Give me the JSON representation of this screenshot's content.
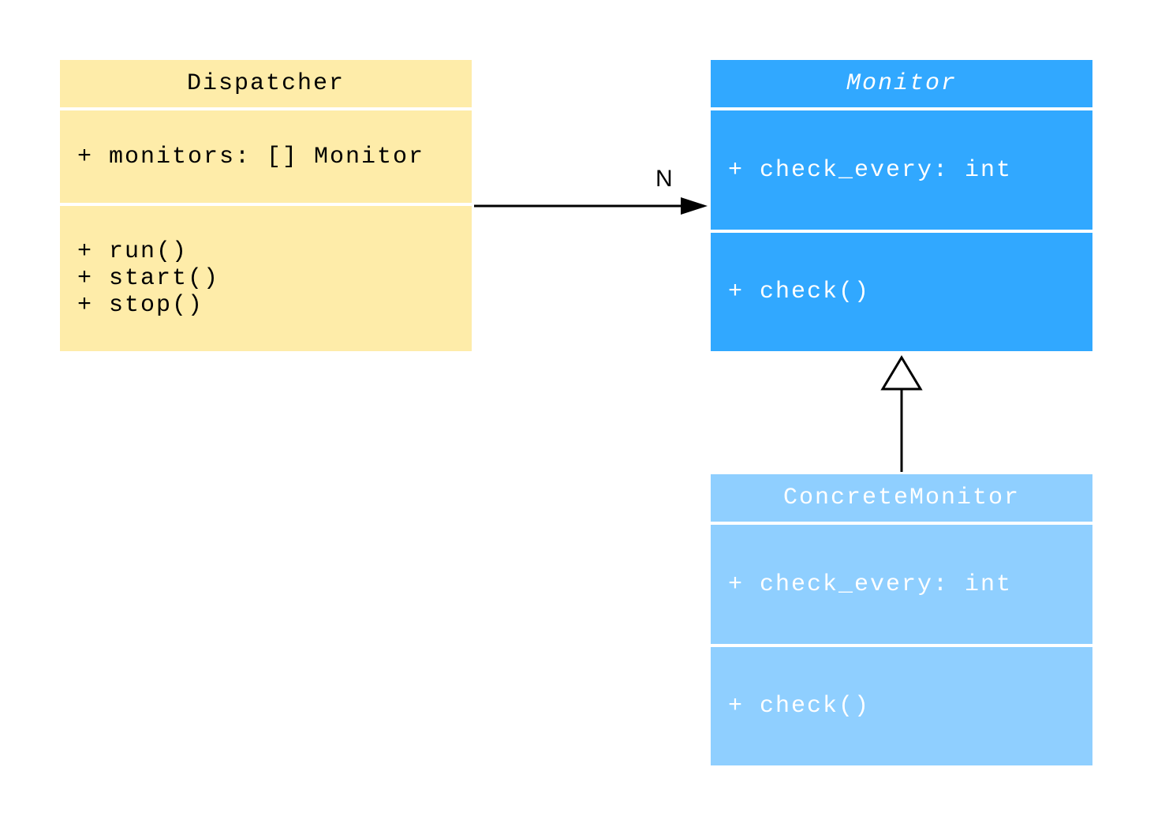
{
  "classes": {
    "dispatcher": {
      "name": "Dispatcher",
      "attributes": "+ monitors: [] Monitor",
      "methods": "+ run()\n+ start()\n+ stop()",
      "color": "#FEECA9"
    },
    "monitor": {
      "name": "Monitor",
      "abstract": true,
      "attributes": "+ check_every: int",
      "methods": "+ check()",
      "color": "#31A8FF"
    },
    "concrete_monitor": {
      "name": "ConcreteMonitor",
      "attributes": "+ check_every: int",
      "methods": "+ check()",
      "color": "#8FCFFF"
    }
  },
  "relations": {
    "association": {
      "from": "Dispatcher",
      "to": "Monitor",
      "multiplicity": "N"
    },
    "inheritance": {
      "from": "ConcreteMonitor",
      "to": "Monitor"
    }
  }
}
